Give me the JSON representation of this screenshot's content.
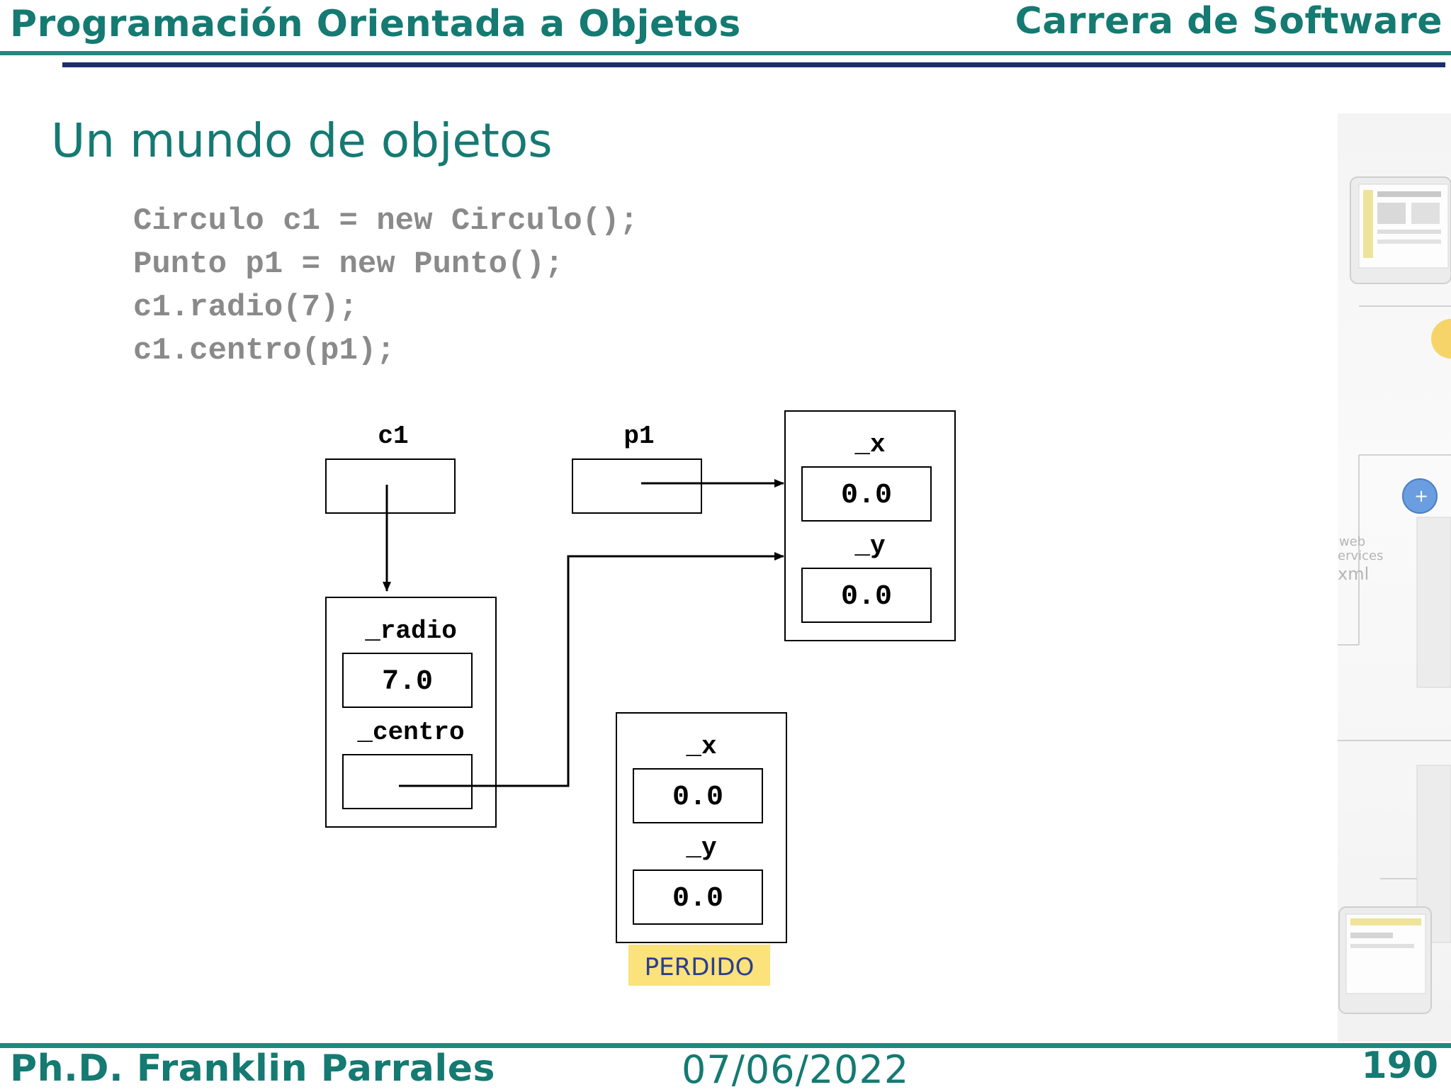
{
  "header": {
    "course_title": "Programación Orientada a Objetos",
    "program": "Carrera de Software"
  },
  "slide": {
    "title": "Un mundo de objetos",
    "code_lines": [
      "Circulo c1 = new Circulo();",
      "Punto p1 = new Punto();",
      "c1.radio(7);",
      "c1.centro(p1);"
    ]
  },
  "diagram": {
    "c1_label": "c1",
    "p1_label": "p1",
    "circle_object": {
      "radio_label": "_radio",
      "radio_value": "7.0",
      "centro_label": "_centro"
    },
    "point_object": {
      "x_label": "_x",
      "x_value": "0.0",
      "y_label": "_y",
      "y_value": "0.0"
    },
    "lost_object": {
      "x_label": "_x",
      "x_value": "0.0",
      "y_label": "_y",
      "y_value": "0.0",
      "status": "PERDIDO",
      "status_color": "#fbe27a"
    }
  },
  "footer": {
    "author": "Ph.D. Franklin Parrales",
    "date": "07/06/2022",
    "page": "190"
  },
  "colors": {
    "accent": "#147a72",
    "navy_rule": "#1c2e6e",
    "code_gray": "#8a8a8a"
  }
}
